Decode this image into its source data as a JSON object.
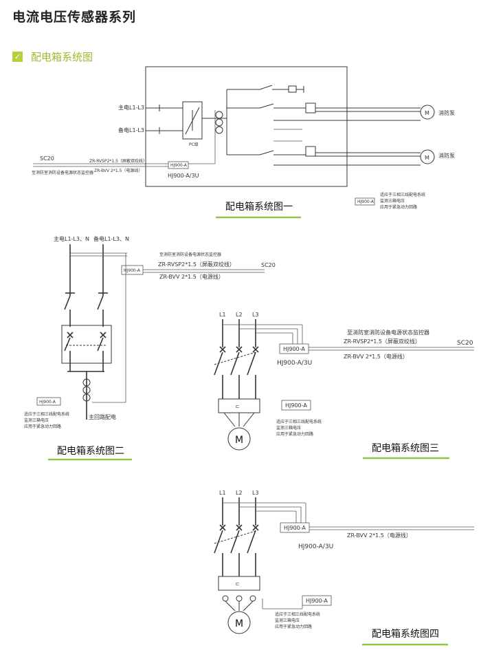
{
  "page": {
    "title": "电流电压传感器系列",
    "section": "配电箱系统图"
  },
  "colors": {
    "accent": "#b8cf3c",
    "underline": "#8dc63f"
  },
  "d1": {
    "caption": "配电箱系统图一",
    "main_supply": "主电L1-L3",
    "backup_supply": "备电L1-L3",
    "pc_label": "PC级",
    "sc20": "SC20",
    "to_monitor": "至消防室消防设备电源状态监控器",
    "cable1": "ZR-RVSP2*1.5（屏蔽双绞线）",
    "cable2": "ZR-BVV 2*1.5（电源线）",
    "sensor": "HJ900-A",
    "model": "HJ900-A/3U",
    "pump1": "消防泵",
    "pump2": "消防泵",
    "motor": "M",
    "note_box": "HJ900-A",
    "note": [
      "适应于三相三线配电系统",
      "监测三箱电压",
      "应用于紧急动力回路"
    ]
  },
  "d2": {
    "caption": "配电箱系统图二",
    "main_supply": "主电L1-L3、N",
    "backup_supply": "备电L1-L3、N",
    "to_monitor": "至消防室消防设备电源状态监控器",
    "cable1": "ZR-RVSP2*1.5（屏蔽双绞线）",
    "cable2": "ZR-BVV 2*1.5（电源线）",
    "sc20": "SC20",
    "sensor": "HJ900-A",
    "main_loop": "主回路配电",
    "note_box": "HJ900-A",
    "note": [
      "适应于三相三线配电系统",
      "监测三箱电压",
      "应用于紧急动力回路"
    ]
  },
  "d3": {
    "caption": "配电箱系统图三",
    "phases": [
      "L1",
      "L2",
      "L3"
    ],
    "to_monitor": "至消防室消防设备电源状态监控器",
    "cable1": "ZR-RVSP2*1.5（屏蔽双绞线）",
    "cable2": "ZR-BVV 2*1.5（电源线）",
    "sc20": "SC20",
    "sensor": "HJ900-A",
    "model": "HJ900-A/3U",
    "motor": "M",
    "note_box": "HJ900-A",
    "note": [
      "适应于三相三线配电系统",
      "监测三箱电压",
      "应用于紧急动力回路"
    ]
  },
  "d4": {
    "caption": "配电箱系统图四",
    "phases": [
      "L1",
      "L2",
      "L3"
    ],
    "cable2": "ZR-BVV 2*1.5（电源线）",
    "sensor": "HJ900-A",
    "model": "HJ900-A/3U",
    "motor": "M",
    "note_box": "HJ900-A",
    "note": [
      "适应于三相三线配电系统",
      "监测三箱电压",
      "应用于紧急动力回路"
    ]
  }
}
